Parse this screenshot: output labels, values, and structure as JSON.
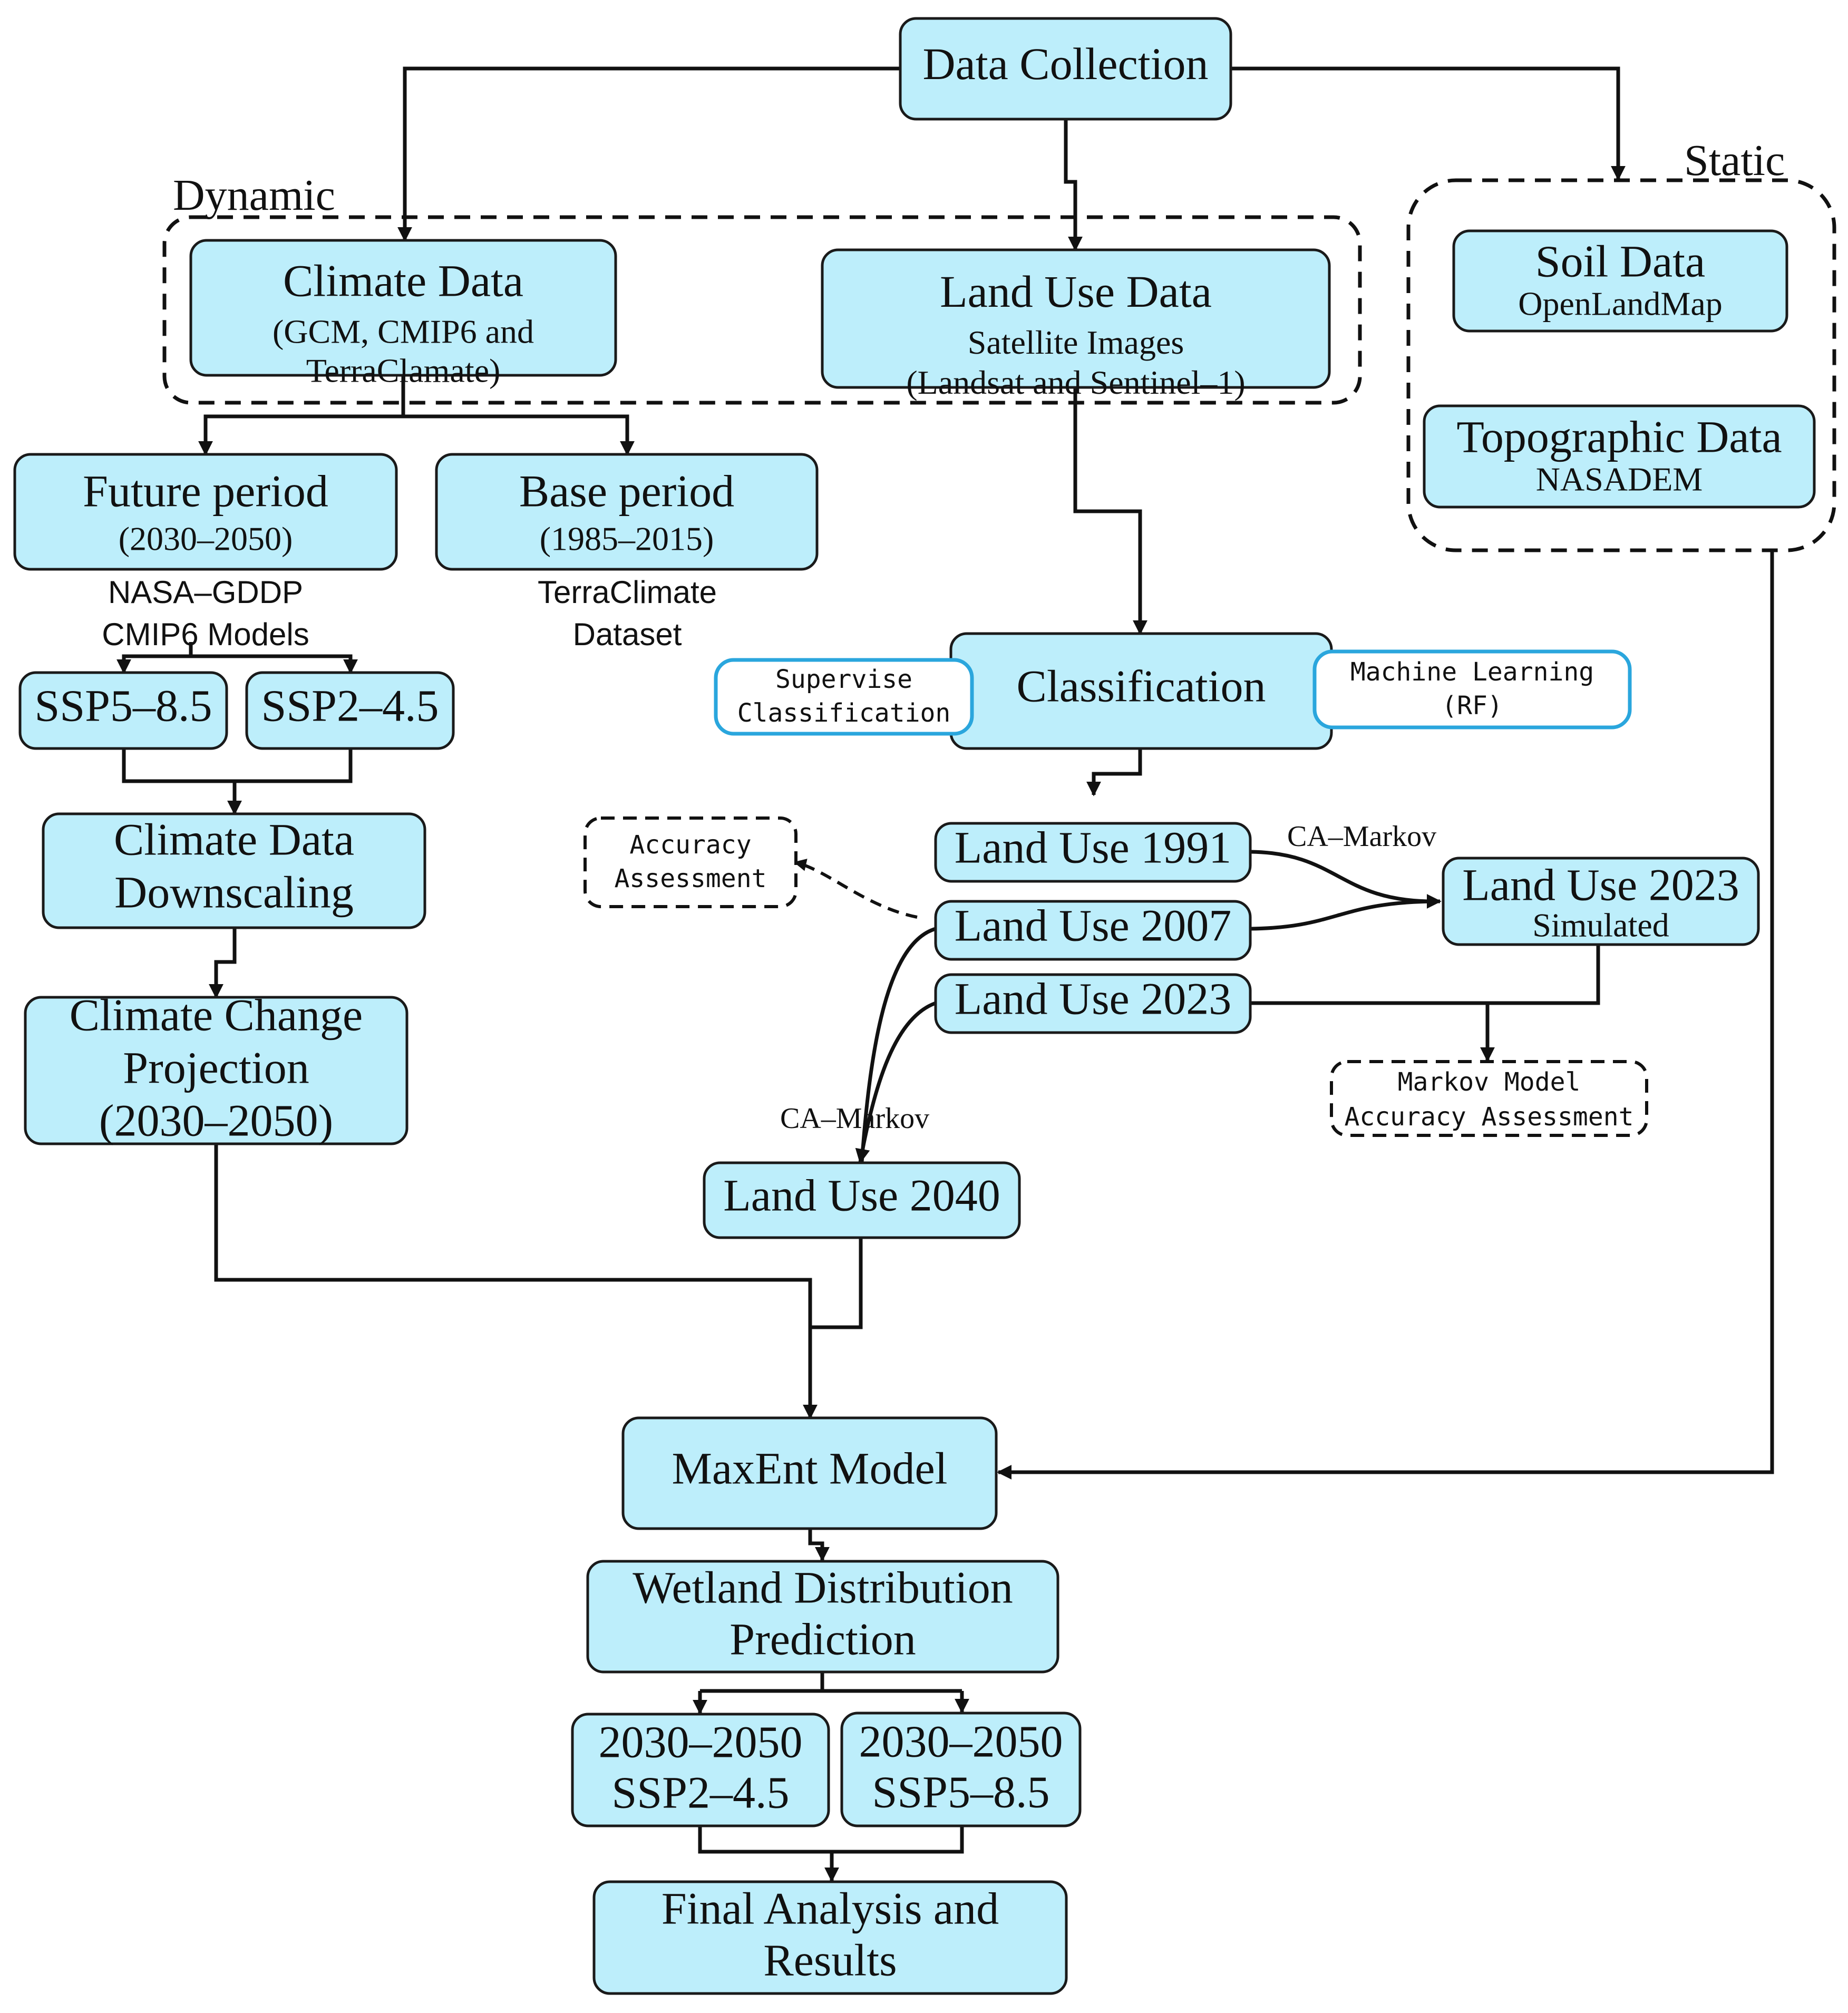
{
  "groups": {
    "dynamic": "Dynamic",
    "static": "Static"
  },
  "nodes": {
    "data_collection": [
      "Data Collection"
    ],
    "climate_data": [
      "Climate Data",
      "(GCM, CMIP6 and",
      "TerraClamate)"
    ],
    "land_use_data": [
      "Land Use Data",
      "Satellite Images",
      "(Landsat and Sentinel–1)"
    ],
    "soil_data": [
      "Soil Data",
      "OpenLandMap"
    ],
    "topographic_data": [
      "Topographic Data",
      "NASADEM"
    ],
    "future_period": [
      "Future period",
      "(2030–2050)"
    ],
    "base_period": [
      "Base period",
      "(1985–2015)"
    ],
    "future_source": [
      "NASA–GDDP",
      "CMIP6 Models"
    ],
    "base_source": [
      "TerraClimate",
      "Dataset"
    ],
    "ssp585": [
      "SSP5–8.5"
    ],
    "ssp245": [
      "SSP2–4.5"
    ],
    "downscaling": [
      "Climate Data",
      "Downscaling"
    ],
    "projection": [
      "Climate Change",
      "Projection",
      "(2030–2050)"
    ],
    "classification": [
      "Classification"
    ],
    "supervise": [
      "Supervise",
      "Classification"
    ],
    "machine_learning": [
      "Machine Learning",
      "(RF)"
    ],
    "accuracy": [
      "Accuracy",
      "Assessment"
    ],
    "lu1991": [
      "Land Use 1991"
    ],
    "lu2007": [
      "Land Use 2007"
    ],
    "lu2023": [
      "Land Use 2023"
    ],
    "lu2023_sim": [
      "Land Use 2023",
      "Simulated"
    ],
    "markov_accuracy": [
      "Markov Model",
      "Accuracy Assessment"
    ],
    "lu2040": [
      "Land Use 2040"
    ],
    "maxent": [
      "MaxEnt Model"
    ],
    "wetland": [
      "Wetland Distribution",
      "Prediction"
    ],
    "out245": [
      "2030–2050",
      "SSP2–4.5"
    ],
    "out585": [
      "2030–2050",
      "SSP5–8.5"
    ],
    "final": [
      "Final Analysis and",
      "Results"
    ]
  },
  "edge_labels": {
    "ca_markov_top": "CA–Markov",
    "ca_markov_bottom": "CA–Markov"
  },
  "colors": {
    "node_fill": "#bdeefb",
    "highlight_outline": "#2aa6dd",
    "line": "#111111"
  }
}
